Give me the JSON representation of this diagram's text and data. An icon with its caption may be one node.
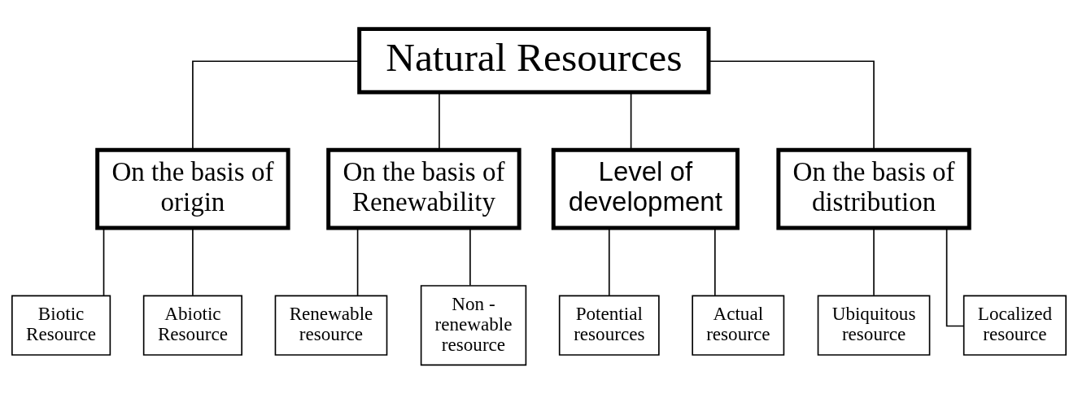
{
  "diagram": {
    "nodes": [
      {
        "text": [
          "Natural Resources"
        ]
      },
      {
        "text": [
          "On the basis of origin"
        ]
      },
      {
        "text": [
          "On the basis of Renewability"
        ]
      },
      {
        "text": [
          "Level of development"
        ]
      },
      {
        "text": [
          "On the basis of distribution"
        ]
      },
      {
        "text": [
          "Biotic Resource"
        ]
      },
      {
        "text": [
          "Abiotic Resource"
        ]
      },
      {
        "text": [
          "Renewable resource"
        ]
      },
      {
        "text": [
          "Non - renewable resource"
        ]
      },
      {
        "text": [
          "Potential resources"
        ]
      },
      {
        "text": [
          "Actual resource"
        ]
      },
      {
        "text": [
          "Ubiquitous resource"
        ]
      },
      {
        "text": [
          "Localized resource"
        ]
      }
    ],
    "edges": [
      {
        "from": 0,
        "to": 1,
        "arrow": "none"
      },
      {
        "from": 0,
        "to": 2,
        "arrow": "none"
      },
      {
        "from": 0,
        "to": 3,
        "arrow": "none"
      },
      {
        "from": 0,
        "to": 4,
        "arrow": "none"
      },
      {
        "from": 1,
        "to": 5,
        "arrow": "none"
      },
      {
        "from": 1,
        "to": 6,
        "arrow": "none"
      },
      {
        "from": 2,
        "to": 7,
        "arrow": "none"
      },
      {
        "from": 2,
        "to": 8,
        "arrow": "none"
      },
      {
        "from": 3,
        "to": 9,
        "arrow": "none"
      },
      {
        "from": 3,
        "to": 10,
        "arrow": "none"
      },
      {
        "from": 4,
        "to": 11,
        "arrow": "none"
      },
      {
        "from": 4,
        "to": 12,
        "arrow": "none"
      }
    ]
  }
}
